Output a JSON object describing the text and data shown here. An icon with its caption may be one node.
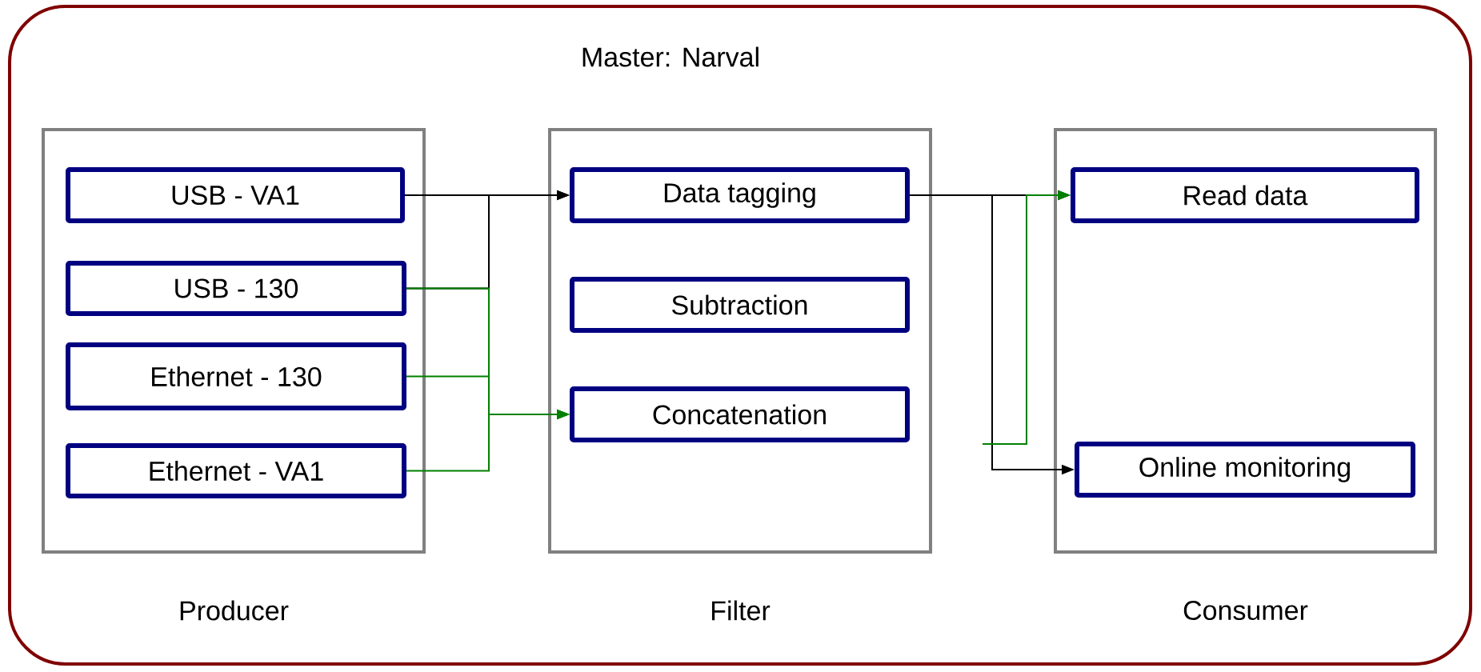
{
  "diagram": {
    "nodes": [
      {
        "text": [
          "Master: Narval"
        ]
      },
      {
        "text": [
          "Producer"
        ],
        "in": 0
      },
      {
        "text": [
          "USB - VA1"
        ],
        "in": 1
      },
      {
        "text": [
          "USB - 130"
        ],
        "in": 1
      },
      {
        "text": [
          "Ethernet - 130"
        ],
        "in": 1
      },
      {
        "text": [
          "Ethernet - VA1"
        ],
        "in": 1
      },
      {
        "text": [
          "Filter"
        ],
        "in": 0
      },
      {
        "text": [
          "Data tagging"
        ],
        "in": 6
      },
      {
        "text": [
          "Subtraction"
        ],
        "in": 6
      },
      {
        "text": [
          "Concatenation"
        ],
        "in": 6
      },
      {
        "text": [
          "Consumer"
        ],
        "in": 0
      },
      {
        "text": [
          "Read data"
        ],
        "in": 10
      },
      {
        "text": [
          "Online monitoring"
        ],
        "in": 10
      }
    ],
    "edges": [
      {
        "from": 2,
        "to": 7,
        "arrow": "to"
      },
      {
        "from": 3,
        "to": 7,
        "arrow": "to"
      },
      {
        "from": 3,
        "to": 9,
        "arrow": "to",
        "color": "#008000"
      },
      {
        "from": 4,
        "to": 9,
        "arrow": "to",
        "color": "#008000"
      },
      {
        "from": 5,
        "to": 9,
        "arrow": "to",
        "color": "#008000"
      },
      {
        "from": 7,
        "to": 11,
        "arrow": "to"
      },
      {
        "from": 7,
        "to": 12,
        "arrow": "to"
      },
      {
        "from": null,
        "to": 11,
        "arrow": "to",
        "color": "#008000"
      }
    ]
  }
}
